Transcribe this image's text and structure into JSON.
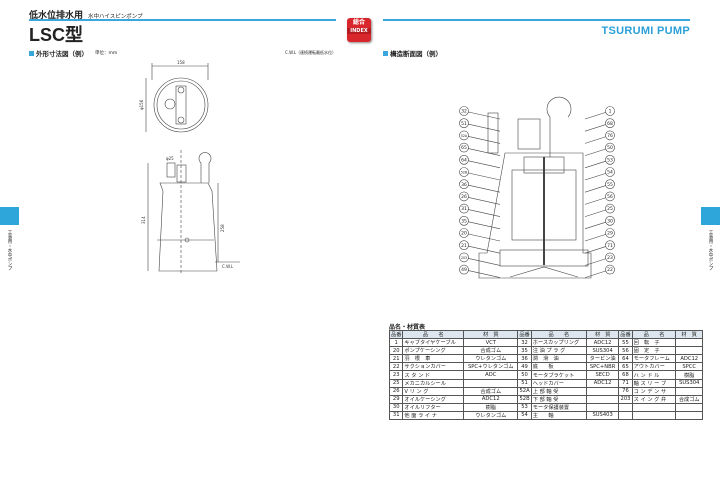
{
  "header": {
    "category": "低水位排水用",
    "subtitle": "水中ハイスピンポンプ",
    "model": "LSC型",
    "index_top": "総合",
    "index_bottom": "INDEX",
    "brand": "TSURUMI PUMP"
  },
  "left": {
    "heading": "外形寸法図（例）",
    "unit": "単位：mm",
    "cwl_note": "C.W.L（連続運転最低水位）",
    "dims": {
      "width": "158",
      "diameter": "φ156",
      "outlet": "φ25",
      "height": "314",
      "cwl_height": "258",
      "cwl": "C.W.L"
    }
  },
  "right": {
    "heading": "構造断面図（例）",
    "labels_left": [
      "32",
      "51",
      "52A",
      "65",
      "64",
      "52B",
      "36",
      "26",
      "31",
      "35",
      "20",
      "21",
      "203",
      "49"
    ],
    "labels_right": [
      "1",
      "68",
      "76",
      "50",
      "53",
      "54",
      "55",
      "56",
      "25",
      "30",
      "29",
      "71",
      "23",
      "22"
    ]
  },
  "side_tab": "工事用・水中ポンプ",
  "parts": {
    "title": "品名・材質表",
    "headers": [
      "品番",
      "品　　名",
      "材　質",
      "品番",
      "品　　名",
      "材　質",
      "品番",
      "品　　名",
      "材　質"
    ],
    "rows": [
      [
        "1",
        "キャブタイヤケーブル",
        "VCT",
        "32",
        "ホースカップリング",
        "ADC12",
        "55",
        "回　転　子",
        ""
      ],
      [
        "20",
        "ポンプケーシング",
        "合成ゴム",
        "35",
        "注 油 プ ラ グ",
        "SUS304",
        "56",
        "固　定　子",
        ""
      ],
      [
        "21",
        "羽　根　車",
        "ウレタンゴム",
        "36",
        "潤　滑　油",
        "タービン油",
        "64",
        "モータフレーム",
        "ADC12"
      ],
      [
        "22",
        "サクションカバー",
        "SPC+ウレタンゴム",
        "49",
        "底　　板",
        "SPC+NBR",
        "65",
        "アウトカバー",
        "SPCC"
      ],
      [
        "23",
        "ス タ ン ド",
        "ADC",
        "50",
        "モータブラケット",
        "SECD",
        "68",
        "ハ ン ド ル",
        "樹脂"
      ],
      [
        "25",
        "メカニカルシール",
        "",
        "51",
        "ヘッドカバー",
        "ADC12",
        "71",
        "軸 ス リ ー ブ",
        "SUS304"
      ],
      [
        "26",
        "V リ ン グ",
        "合成ゴム",
        "52A",
        "上 部 軸 受",
        "",
        "76",
        "コ ン デ ン サ",
        ""
      ],
      [
        "29",
        "オイルケーシング",
        "ADC12",
        "52B",
        "下 部 軸 受",
        "",
        "203",
        "ス イ ン グ 弁",
        "合成ゴム"
      ],
      [
        "30",
        "オイルリフター",
        "樹脂",
        "53",
        "モータ保護装置",
        "",
        "",
        "",
        ""
      ],
      [
        "31",
        "他 面 ラ イ ナ",
        "ウレタンゴム",
        "54",
        "主　　軸",
        "SUS403",
        "",
        "",
        ""
      ]
    ]
  }
}
